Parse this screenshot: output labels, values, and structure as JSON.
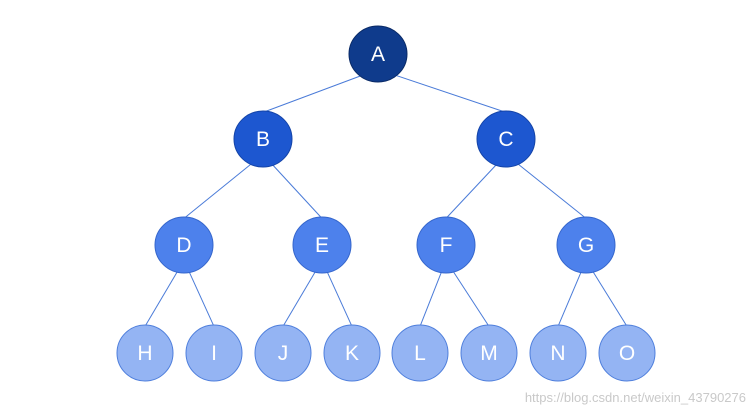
{
  "tree": {
    "levels": [
      {
        "fill": "#0f3b8c",
        "stroke": "#0a2a66",
        "nodes": [
          {
            "id": "A",
            "label": "A"
          }
        ]
      },
      {
        "fill": "#1d57d0",
        "stroke": "#1444a8",
        "nodes": [
          {
            "id": "B",
            "label": "B"
          },
          {
            "id": "C",
            "label": "C"
          }
        ]
      },
      {
        "fill": "#4d81ec",
        "stroke": "#3566cc",
        "nodes": [
          {
            "id": "D",
            "label": "D"
          },
          {
            "id": "E",
            "label": "E"
          },
          {
            "id": "F",
            "label": "F"
          },
          {
            "id": "G",
            "label": "G"
          }
        ]
      },
      {
        "fill": "#94b4f3",
        "stroke": "#4f7fdc",
        "nodes": [
          {
            "id": "H",
            "label": "H"
          },
          {
            "id": "I",
            "label": "I"
          },
          {
            "id": "J",
            "label": "J"
          },
          {
            "id": "K",
            "label": "K"
          },
          {
            "id": "L",
            "label": "L"
          },
          {
            "id": "M",
            "label": "M"
          },
          {
            "id": "N",
            "label": "N"
          },
          {
            "id": "O",
            "label": "O"
          }
        ]
      }
    ],
    "edges": [
      [
        "A",
        "B"
      ],
      [
        "A",
        "C"
      ],
      [
        "B",
        "D"
      ],
      [
        "B",
        "E"
      ],
      [
        "C",
        "F"
      ],
      [
        "C",
        "G"
      ],
      [
        "D",
        "H"
      ],
      [
        "D",
        "I"
      ],
      [
        "E",
        "J"
      ],
      [
        "E",
        "K"
      ],
      [
        "F",
        "L"
      ],
      [
        "F",
        "M"
      ],
      [
        "G",
        "N"
      ],
      [
        "G",
        "O"
      ]
    ],
    "edge_color": "#4a7bd8"
  },
  "watermark": {
    "text": "https://blog.csdn.net/weixin_43790276",
    "color": "#c9c9c9"
  }
}
